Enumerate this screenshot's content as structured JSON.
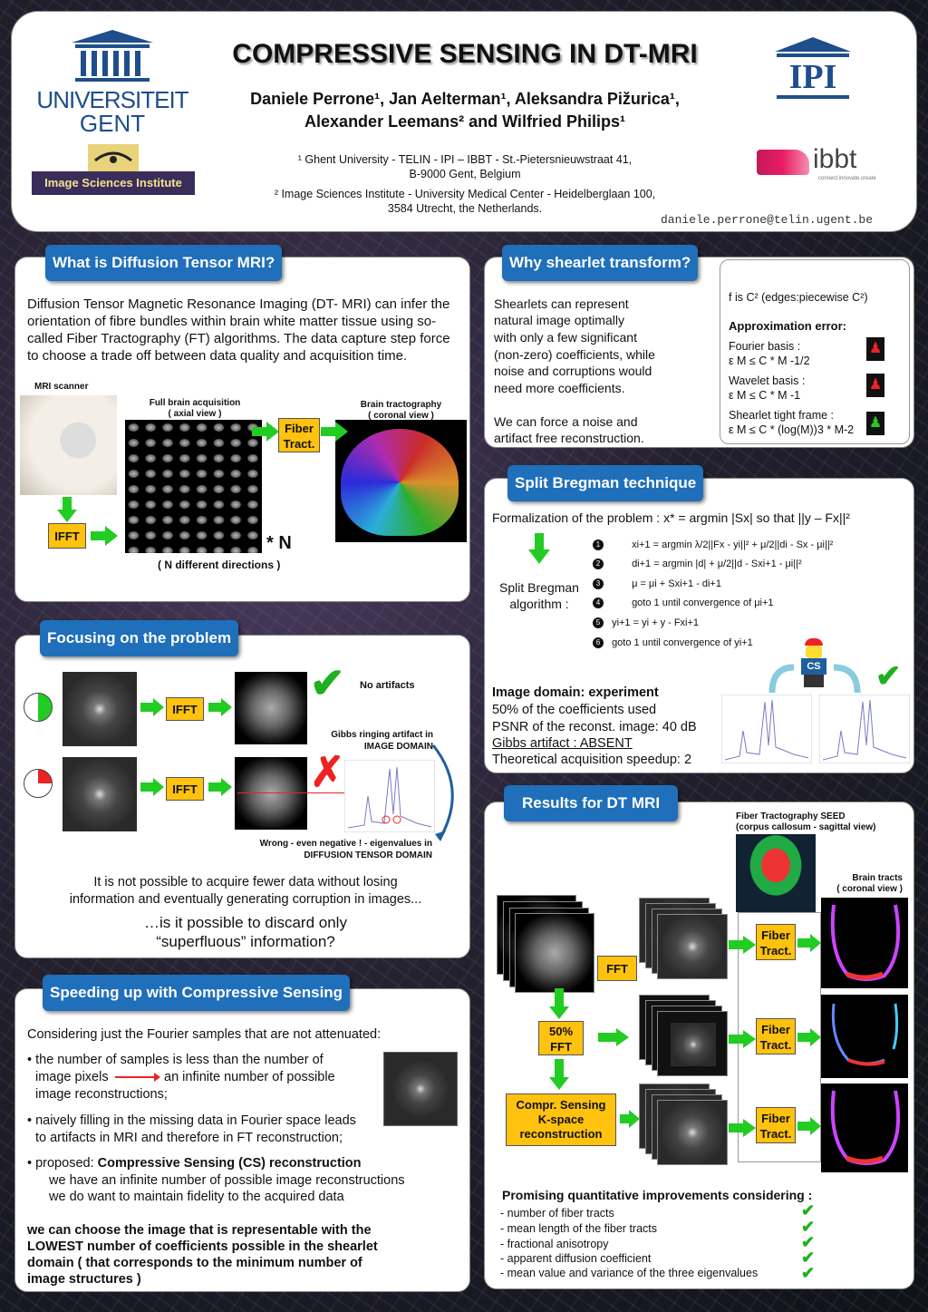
{
  "header": {
    "title": "COMPRESSIVE SENSING IN DT-MRI",
    "authors_line1": "Daniele Perrone¹, Jan Aelterman¹, Aleksandra Pižurica¹,",
    "authors_line2": "Alexander Leemans² and Wilfried Philips¹",
    "affil1_line1": "¹ Ghent University - TELIN - IPI – IBBT - St.-Pietersnieuwstraat 41,",
    "affil1_line2": "B-9000 Gent, Belgium",
    "affil2_line1": "² Image Sciences Institute - University Medical Center - Heidelberglaan 100,",
    "affil2_line2": "3584 Utrecht, the Netherlands.",
    "email": "daniele.perrone@telin.ugent.be",
    "logo_ugent_1": "UNIVERSITEIT",
    "logo_ugent_2": "GENT",
    "logo_isi": "Image Sciences Institute",
    "logo_ipi": "IPI",
    "logo_ibbt": "ibbt",
    "logo_ibbt_tag": "connect.innovate.create"
  },
  "dti": {
    "heading": "What is Diffusion Tensor MRI?",
    "body": "Diffusion Tensor Magnetic Resonance Imaging (DT- MRI) can infer the orientation of fibre bundles within brain white matter tissue using so-called Fiber Tractography (FT) algorithms. The data capture step force to choose a trade off between data quality and acquisition time.",
    "mri_label": "MRI scanner",
    "full_brain_1": "Full brain acquisition",
    "full_brain_2": "( axial view )",
    "tract_1": "Brain tractography",
    "tract_2": "( coronal view )",
    "fiber_tract": "Fiber Tract.",
    "ifft": "IFFT",
    "times_n": "* N",
    "n_dirs": "( N different directions )"
  },
  "focus": {
    "heading": "Focusing on the problem",
    "ifft": "IFFT",
    "no_artifacts": "No artifacts",
    "gibbs_1": "Gibbs ringing artifact in",
    "gibbs_2": "IMAGE DOMAIN",
    "wrong_1": "Wrong - even negative ! - eigenvalues  in",
    "wrong_2": "DIFFUSION TENSOR DOMAIN",
    "p1_1": "It is not possible to acquire fewer data without losing",
    "p1_2": "information and eventually generating corruption in images...",
    "p2_1": "…is it possible to discard only",
    "p2_2": "“superfluous” information?"
  },
  "speed": {
    "heading": "Speeding up with Compressive Sensing",
    "intro": "Considering just the Fourier samples that are not attenuated:",
    "b1_a": "• the number of samples is less than the number of",
    "b1_b": "image pixels",
    "b1_c": "an infinite number of possible",
    "b1_d": "image reconstructions;",
    "b2_a": "• naively filling in the missing data in Fourier space leads",
    "b2_b": "to artifacts in MRI and therefore in FT reconstruction;",
    "b3_a": "• proposed: ",
    "b3_b": "Compressive Sensing (CS) reconstruction",
    "b3_c": "we have an infinite number of possible image reconstructions",
    "b3_d": "we do want to maintain fidelity to the acquired data",
    "conclusion_1": "we can choose the image that is representable with the",
    "conclusion_2": "LOWEST number of coefficients possible in the shearlet",
    "conclusion_3": "domain ( that corresponds to the minimum number of",
    "conclusion_4": "image structures )"
  },
  "shearlet": {
    "heading": "Why shearlet transform?",
    "body_1": "Shearlets can represent",
    "body_2": "natural image optimally",
    "body_3": "with only a few significant",
    "body_4": "(non-zero) coefficients, while",
    "body_5": "noise and corruptions would",
    "body_6": "need more coefficients.",
    "body_7": "We can force a noise and",
    "body_8": "artifact free reconstruction.",
    "scroll_f": "f  is C² (edges:piecewise C²)",
    "approx": "Approximation error:",
    "fourier": "Fourier basis :",
    "fourier_eq": "ε M ≤ C * M -1/2",
    "wavelet": "Wavelet basis :",
    "wavelet_eq": "ε M ≤ C * M -1",
    "shear": "Shearlet tight frame :",
    "shear_eq": "ε M ≤ C * (log(M))3 * M-2"
  },
  "bregman": {
    "heading": "Split Bregman technique",
    "formal": "Formalization of the problem :  x* = argmin |Sx| so that ||y – Fx||²",
    "algo_1": "Split Bregman",
    "algo_2": "algorithm :",
    "s1": "xi+1 = argmin λ/2||Fx - yi||² + μ/2||di - Sx - μi||²",
    "s2": "di+1 = argmin |d| + μ/2||d - Sxi+1 - μi||²",
    "s3": "μ = μi + Sxi+1 - di+1",
    "s4": "goto 1 until convergence of μi+1",
    "s5": "yi+1 = yi + y - Fxi+1",
    "s6": "goto 1 until convergence of yi+1",
    "cs": "CS",
    "exp_title": "Image domain: experiment",
    "exp_1": "50% of the coefficients used",
    "exp_2": "PSNR of the reconst. image: 40 dB",
    "exp_3": "Gibbs artifact : ABSENT",
    "exp_4": "Theoretical acquisition speedup: 2"
  },
  "results": {
    "heading": "Results for DT MRI",
    "seed_1": "Fiber Tractography SEED",
    "seed_2": "(corpus callosum - sagittal view)",
    "tracts_1": "Brain tracts",
    "tracts_2": "( coronal view )",
    "fft": "FFT",
    "pct": "50% FFT",
    "cs_1": "Compr. Sensing",
    "cs_2": "K-space",
    "cs_3": "reconstruction",
    "fiber": "Fiber Tract.",
    "improve": "Promising quantitative improvements considering :",
    "items": [
      "- number of fiber tracts",
      "- mean length of the fiber tracts",
      "- fractional anisotropy",
      "- apparent diffusion coefficient",
      "- mean value and variance of  the three eigenvalues"
    ]
  },
  "colors": {
    "accent": "#1f6fba",
    "box": "#ffc20e",
    "arrow": "#22cc22",
    "check": "#1fb01f"
  }
}
